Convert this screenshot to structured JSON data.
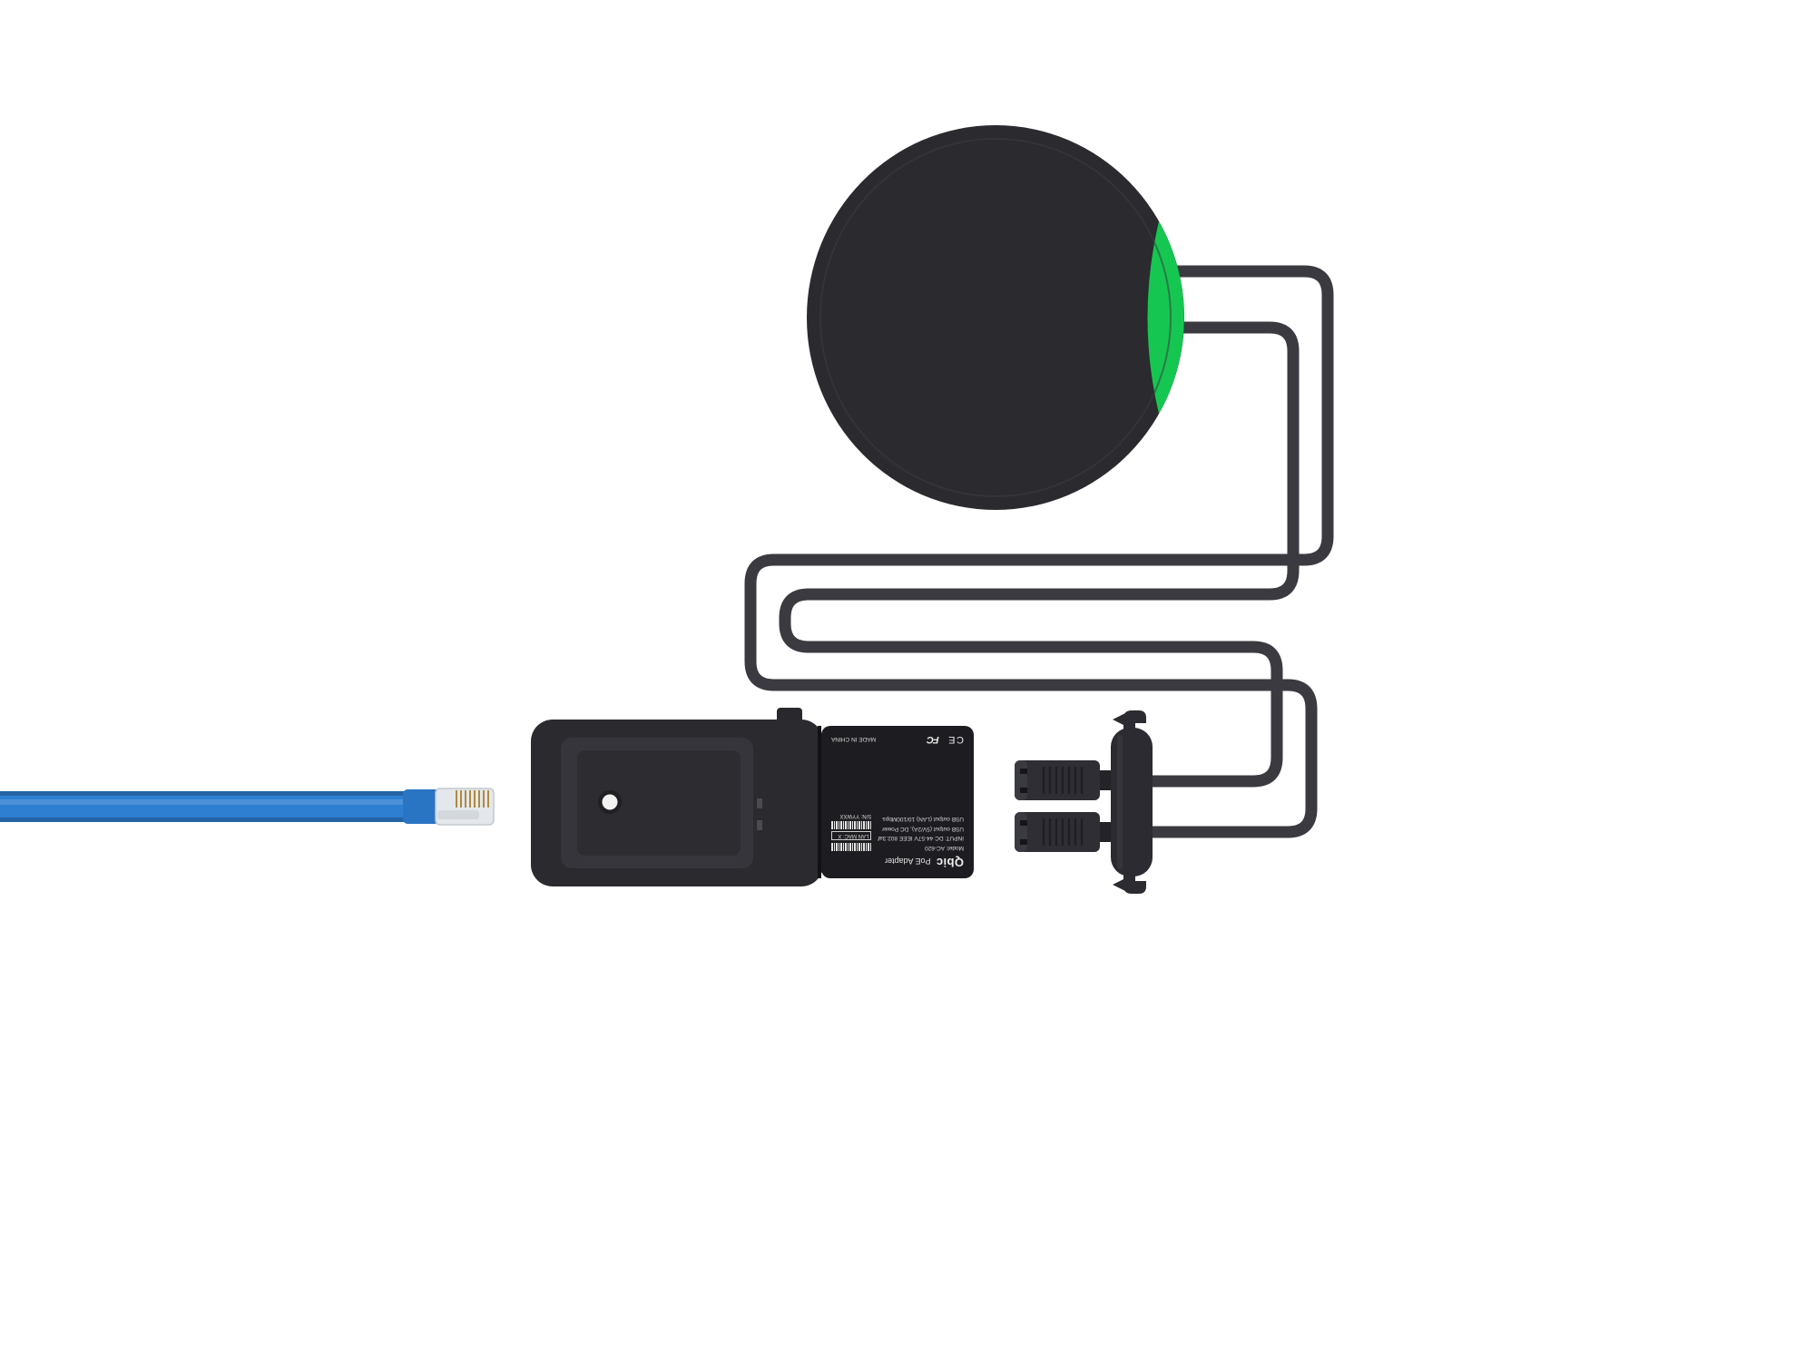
{
  "label": {
    "brand": "Qbic",
    "product": "PoE Adapter",
    "model": "Model: AC-620",
    "input": "INPUT: DC 44-57V IEEE 802.3af",
    "usb_power": "USB output (5V/2A), DC Power",
    "usb_lan": "USB output (LAN) 10/100Mbps",
    "made_in": "MADE IN CHINA",
    "serial": "S/N: YYWXX",
    "lan_mac": "LAN MAC: X",
    "fcc_mark": "FC",
    "ce_mark": "CE"
  },
  "colors": {
    "background": "#ffffff",
    "device_body": "#2a2a2f",
    "device_label_bg": "#1d1d21",
    "bay_recess": "#35353b",
    "accent_green": "#15c750",
    "cable": "#3a3a40",
    "ethernet_blue": "#2e7fd2",
    "connector_clear": "#e4e8ec",
    "pin_gold": "#b08a3e"
  }
}
